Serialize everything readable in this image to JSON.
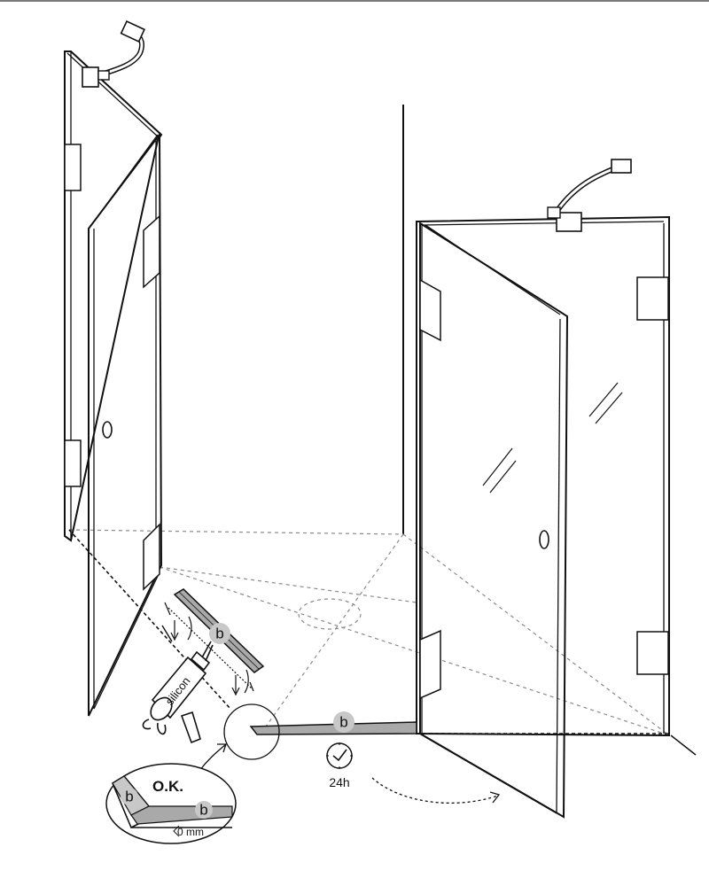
{
  "diagram": {
    "callout_label": "b",
    "tube_label": "silicon",
    "cure_time": "24h",
    "detail": {
      "status": "O.K.",
      "label_a": "b",
      "label_b": "b",
      "gap": "0 mm"
    }
  },
  "colors": {
    "line": "#111111",
    "silicone_fill": "#a9a9a9",
    "badge_fill": "#c8c8c8",
    "floor_dash": "#8a8a8a"
  }
}
